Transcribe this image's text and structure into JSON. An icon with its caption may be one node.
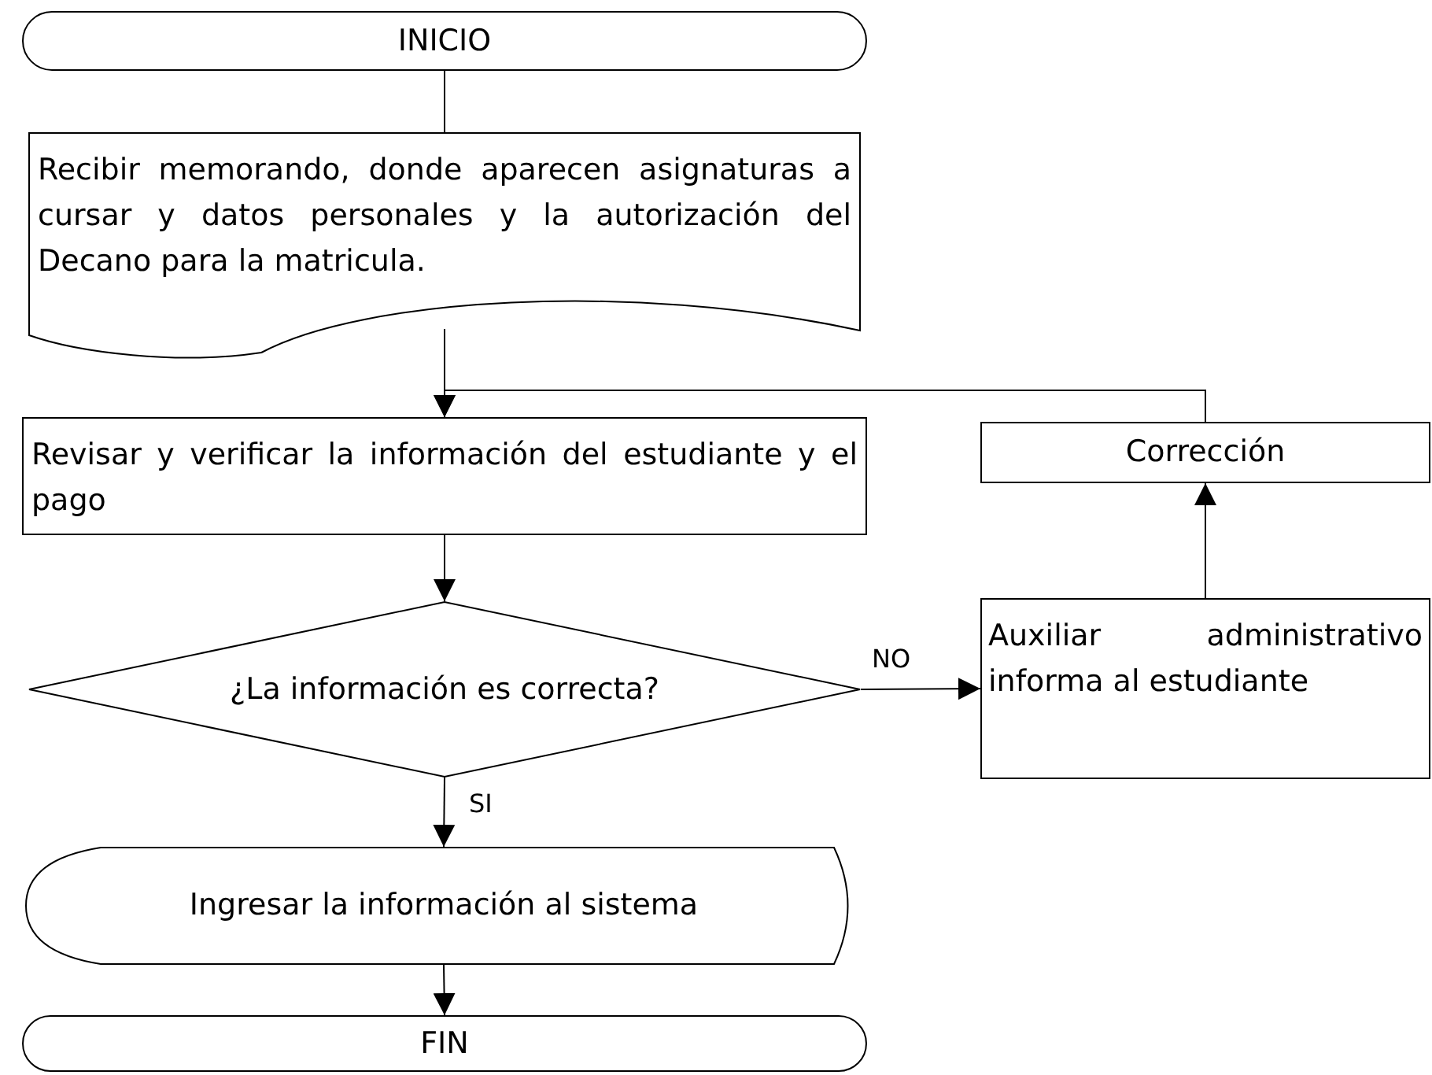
{
  "diagram": {
    "nodes": [
      {
        "text": [
          "INICIO"
        ]
      },
      {
        "text": [
          "Recibir memorando, donde aparecen asignaturas a cursar y datos personales y la autorización del Decano para la matricula."
        ]
      },
      {
        "text": [
          "Revisar y verificar la información del estudiante y el pago"
        ]
      },
      {
        "text": [
          "¿La información es correcta?"
        ]
      },
      {
        "text": [
          "Auxiliar administrativo informa al estudiante"
        ]
      },
      {
        "text": [
          "Corrección"
        ]
      },
      {
        "text": [
          "Ingresar la información al sistema"
        ]
      },
      {
        "text": [
          "FIN"
        ]
      }
    ],
    "edges": [
      {
        "from": 0,
        "to": 1,
        "arrow": "none"
      },
      {
        "from": 1,
        "to": 2,
        "arrow": "to"
      },
      {
        "from": 2,
        "to": 3,
        "arrow": "to"
      },
      {
        "from": 3,
        "to": 4,
        "arrow": "to",
        "label": "NO"
      },
      {
        "from": 4,
        "to": 5,
        "arrow": "to"
      },
      {
        "from": 5,
        "to": 2,
        "arrow": "to"
      },
      {
        "from": 3,
        "to": 6,
        "arrow": "to",
        "label": "SI"
      },
      {
        "from": 6,
        "to": 7,
        "arrow": "to"
      }
    ]
  }
}
